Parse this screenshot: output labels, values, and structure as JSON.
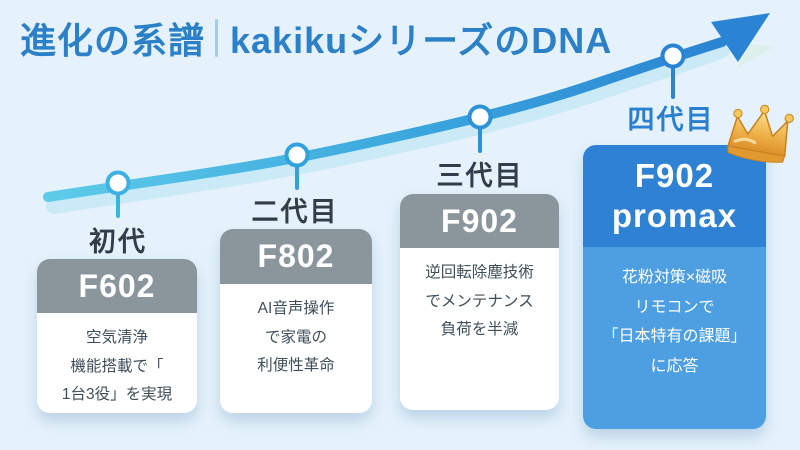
{
  "title": {
    "main": "進化の系譜",
    "sub": "kakikuシリーズのDNA"
  },
  "generations": [
    {
      "label": "初代",
      "model": "F602",
      "desc": "空気清浄\n機能搭載で「\n1台3役」を実現"
    },
    {
      "label": "二代目",
      "model": "F802",
      "desc": "AI音声操作\nで家電の\n利便性革命"
    },
    {
      "label": "三代目",
      "model": "F902",
      "desc": "逆回転除塵技術\nでメンテナンス\n負荷を半減"
    },
    {
      "label": "四代目",
      "model": "F902\npromax",
      "desc": "花粉対策×磁吸\nリモコンで\n「日本特有の課題」\nに応答"
    }
  ],
  "icons": {
    "crown": "crown-icon",
    "arrow": "growth-arrow"
  },
  "colors": {
    "background": "#e5f2fb",
    "title_blue": "#2b80c8",
    "label_dark": "#333d47",
    "label_blue": "#2a80d0",
    "gray_header": "#8b959c",
    "highlight_header": "#2f82d3",
    "highlight_body": "#4d9fe2",
    "arrow_start": "#5ecbe9",
    "arrow_end": "#2b84d3",
    "arrow_band": "#c8e9f7",
    "crown_gold": "#e8a33d"
  }
}
